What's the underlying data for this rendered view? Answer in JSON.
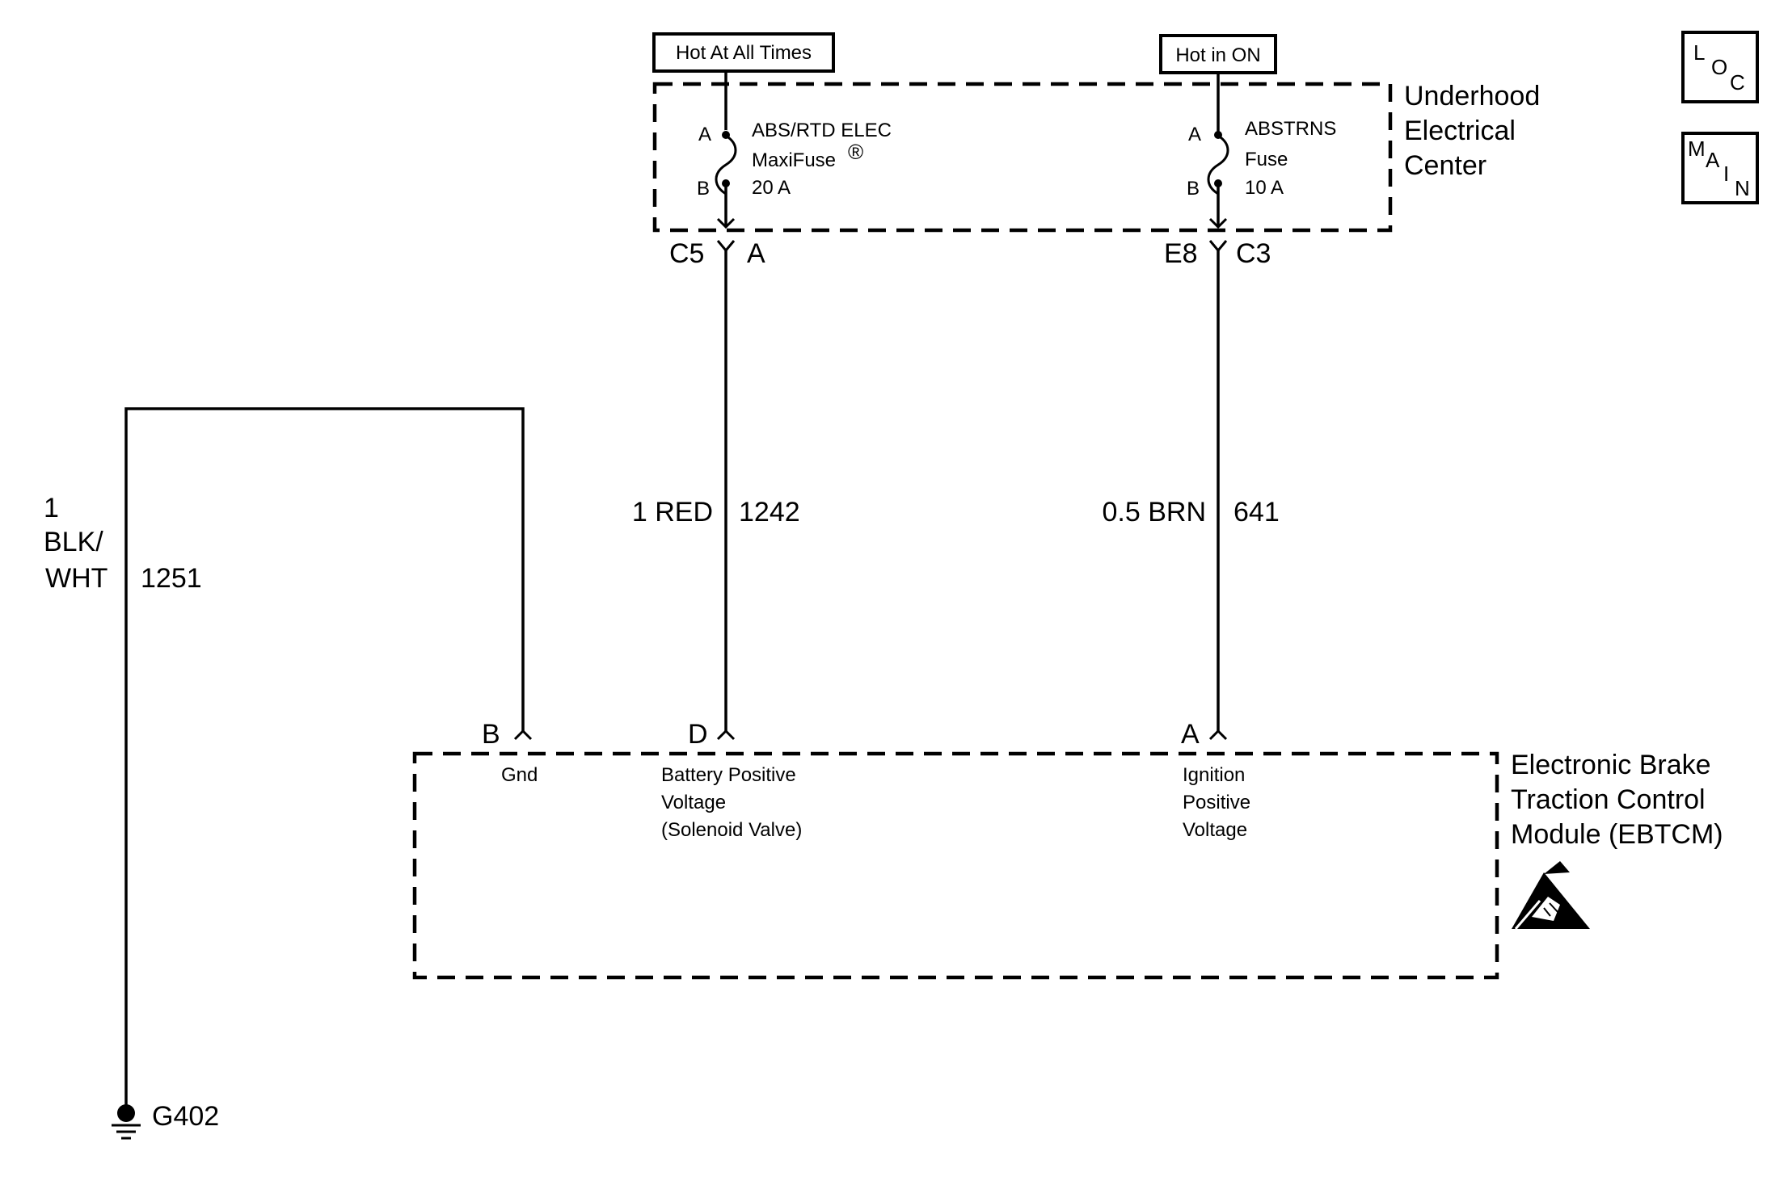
{
  "diagram": {
    "source_labels": {
      "hot_at_all_times": "Hot At All Times",
      "hot_in_on": "Hot in ON"
    },
    "nav_buttons": {
      "loc": {
        "l": "L",
        "o": "O",
        "c": "C"
      },
      "main": {
        "m": "M",
        "a": "A",
        "i": "I",
        "n": "N"
      }
    },
    "underhood": {
      "line1": "Underhood",
      "line2": "Electrical",
      "line3": "Center",
      "fuse1": {
        "pin_a": "A",
        "pin_b": "B",
        "line1": "ABS/RTD ELEC",
        "line2": "MaxiFuse",
        "reg": "®",
        "line3": "20 A"
      },
      "fuse2": {
        "pin_a": "A",
        "pin_b": "B",
        "line1": "ABSTRNS",
        "line2": "Fuse",
        "line3": "10 A"
      },
      "conn1": {
        "left": "C5",
        "right": "A"
      },
      "conn2": {
        "left": "E8",
        "right": "C3"
      }
    },
    "wires": {
      "ground": {
        "size": "1",
        "color_line1": "BLK/",
        "color_line2": "WHT",
        "circuit": "1251"
      },
      "battery": {
        "size_color": "1 RED",
        "circuit": "1242"
      },
      "ignition": {
        "size_color": "0.5 BRN",
        "circuit": "641"
      }
    },
    "ebtcm": {
      "line1": "Electronic Brake",
      "line2": "Traction Control",
      "line3": "Module (EBTCM)",
      "pin_b": {
        "pin": "B",
        "label": "Gnd"
      },
      "pin_d": {
        "pin": "D",
        "line1": "Battery Positive",
        "line2": "Voltage",
        "line3": "(Solenoid Valve)"
      },
      "pin_a": {
        "pin": "A",
        "line1": "Ignition",
        "line2": "Positive",
        "line3": "Voltage"
      }
    },
    "ground_label": "G402"
  }
}
